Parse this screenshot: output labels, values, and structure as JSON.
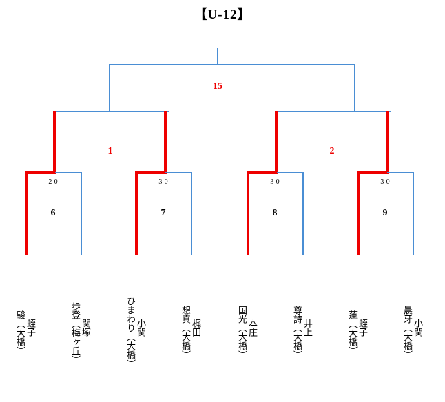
{
  "title": "【U-12】",
  "colors": {
    "winner_line": "#ee0000",
    "loser_line": "#4a8ed4",
    "round_number": "#ee0000",
    "text": "#000000",
    "background": "#ffffff"
  },
  "bracket": {
    "type": "single-elimination",
    "rounds": [
      {
        "name": "first-round",
        "matches": [
          {
            "id": "6",
            "score": "2-0",
            "winner_side": "left",
            "left": {
              "name": "蛭子 駿",
              "family": "蛭子",
              "given": "駿",
              "club": "（大橋）"
            },
            "right": {
              "name": "関塚 歩登",
              "family": "関塚",
              "given": "歩登",
              "club": "（梅ヶ丘）"
            }
          },
          {
            "id": "7",
            "score": "3-0",
            "winner_side": "left",
            "left": {
              "name": "小関 ひまわり",
              "family": "小関",
              "given": "ひまわり",
              "club": "（大橋）"
            },
            "right": {
              "name": "梶田 想真",
              "family": "梶田",
              "given": "想真",
              "club": "（大橋）"
            }
          },
          {
            "id": "8",
            "score": "3-0",
            "winner_side": "left",
            "left": {
              "name": "本庄 国光",
              "family": "本庄",
              "given": "国光",
              "club": "（大橋）"
            },
            "right": {
              "name": "井上 尊詩",
              "family": "井上",
              "given": "尊詩",
              "club": "（大橋）"
            }
          },
          {
            "id": "9",
            "score": "3-0",
            "winner_side": "left",
            "left": {
              "name": "蛭子 蓮",
              "family": "蛭子",
              "given": "蓮",
              "club": "（大橋）"
            },
            "right": {
              "name": "小関 晨牙",
              "family": "小関",
              "given": "晨牙",
              "club": "（大橋）"
            }
          }
        ]
      },
      {
        "name": "semifinal",
        "matches": [
          {
            "id": "1"
          },
          {
            "id": "2"
          }
        ]
      },
      {
        "name": "final",
        "matches": [
          {
            "id": "15"
          }
        ]
      }
    ]
  },
  "players": [
    {
      "family": "蛭子",
      "given": "駿",
      "club": "（大橋）",
      "result": "winner"
    },
    {
      "family": "関塚",
      "given": "歩登",
      "club": "（梅ヶ丘）",
      "result": "loser"
    },
    {
      "family": "小関",
      "given": "ひまわり",
      "club": "（大橋）",
      "result": "winner"
    },
    {
      "family": "梶田",
      "given": "想真",
      "club": "（大橋）",
      "result": "loser"
    },
    {
      "family": "本庄",
      "given": "国光",
      "club": "（大橋）",
      "result": "winner"
    },
    {
      "family": "井上",
      "given": "尊詩",
      "club": "（大橋）",
      "result": "loser"
    },
    {
      "family": "蛭子",
      "given": "蓮",
      "club": "（大橋）",
      "result": "winner"
    },
    {
      "family": "小関",
      "given": "晨牙",
      "club": "（大橋）",
      "result": "loser"
    }
  ],
  "labels": {
    "final_number": "15",
    "semi_left_number": "1",
    "semi_right_number": "2",
    "match6": "6",
    "match7": "7",
    "match8": "8",
    "match9": "9",
    "score6": "2-0",
    "score7": "3-0",
    "score8": "3-0",
    "score9": "3-0"
  }
}
